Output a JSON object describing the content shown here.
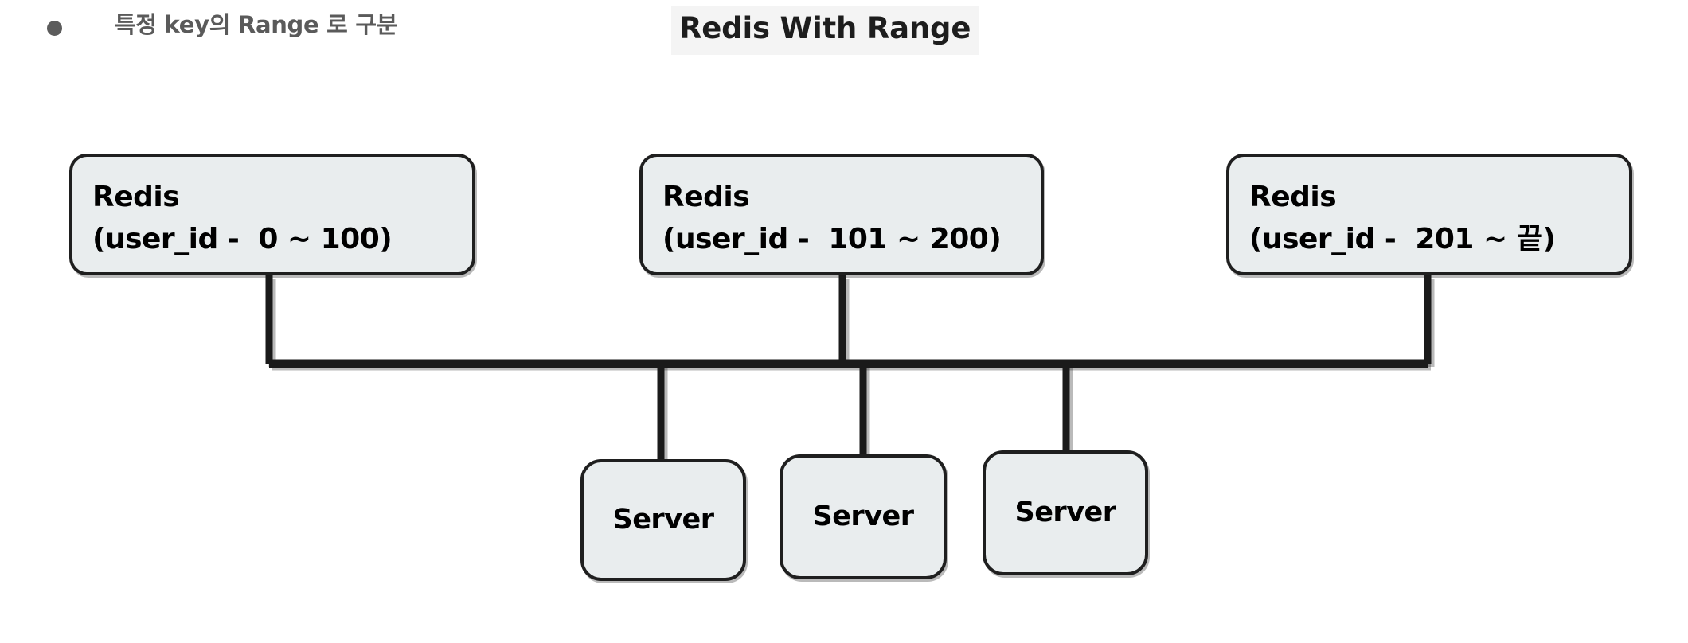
{
  "slide": {
    "bullet_text": "특정 key의 Range 로 구분",
    "title": "Redis With Range",
    "bullet_color": "#5c5c5c",
    "title_highlight_color": "#f4f4f4"
  },
  "diagram": {
    "type": "architecture-diagram",
    "node_fill": "#e9edee",
    "node_border": "#1f1f1f",
    "connector_color": "#1a1a1a",
    "redis_nodes": [
      {
        "title": "Redis",
        "subtitle": "(user_id -  0 ~ 100)"
      },
      {
        "title": "Redis",
        "subtitle": "(user_id -  101 ~ 200)"
      },
      {
        "title": "Redis",
        "subtitle": "(user_id -  201 ~ 끝)"
      }
    ],
    "server_nodes": [
      {
        "label": "Server"
      },
      {
        "label": "Server"
      },
      {
        "label": "Server"
      }
    ]
  }
}
